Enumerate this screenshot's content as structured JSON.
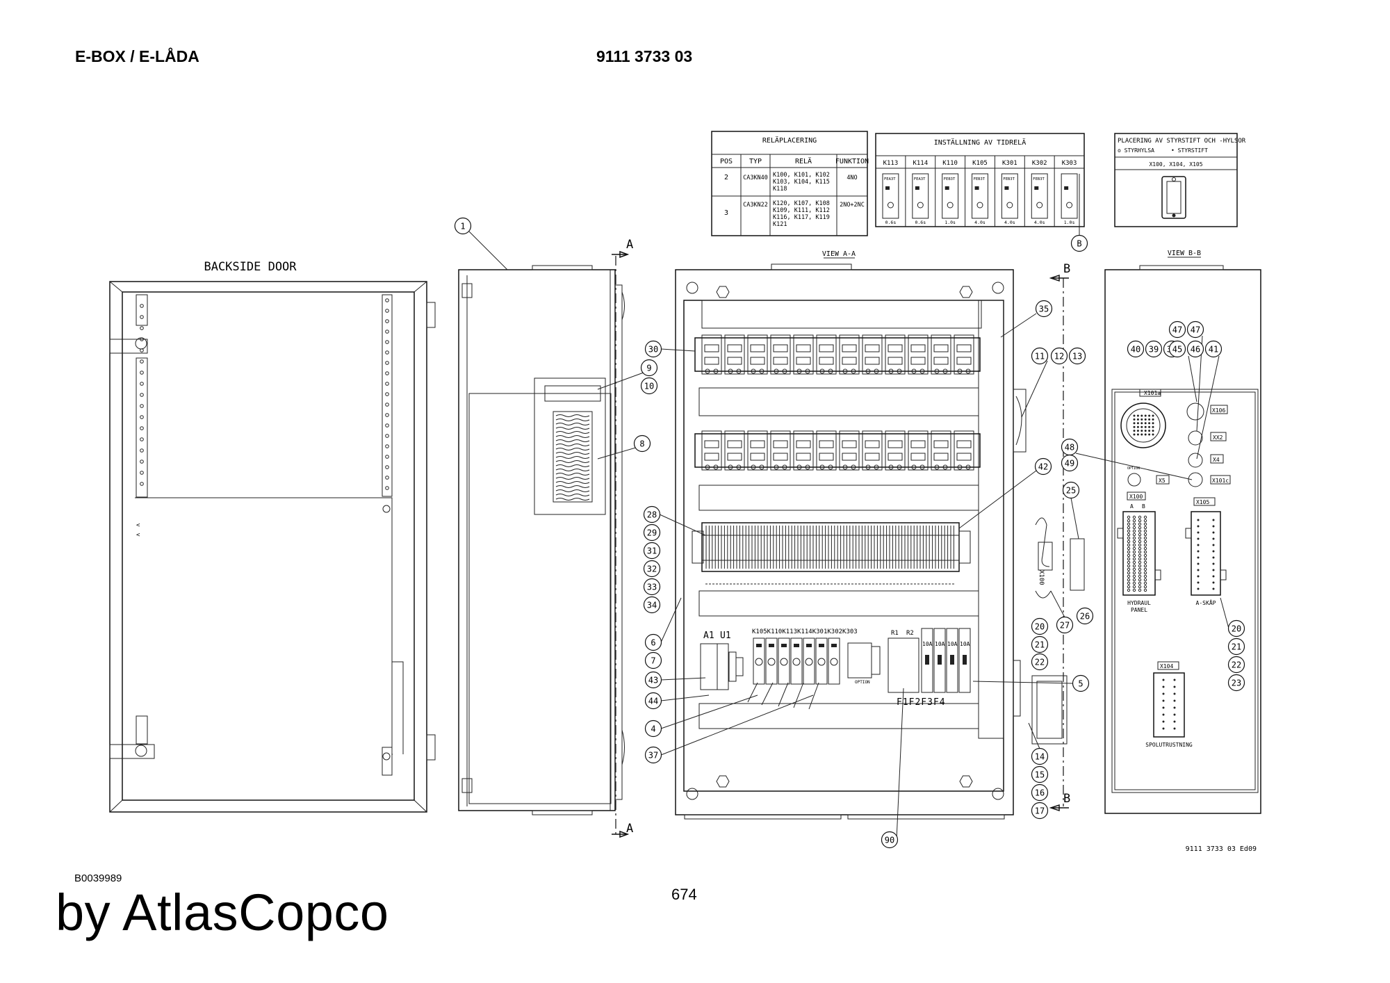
{
  "header": {
    "title": "E-BOX / E-LÅDA",
    "part_number": "9111 3733 03"
  },
  "footer": {
    "drawing_id": "B0039989",
    "page_number": "674",
    "brand": "by AtlasCopco",
    "drawing_edition": "9111 3733 03 Ed09"
  },
  "views": {
    "backside_door": "BACKSIDE DOOR",
    "view_aa": "VIEW A-A",
    "view_bb": "VIEW B-B",
    "section_a": "A",
    "section_b": "B",
    "option": "OPTION"
  },
  "relay_table": {
    "title": "RELÄPLACERING",
    "headers": [
      "POS",
      "TYP",
      "RELÄ",
      "FUNKTION"
    ],
    "rows": [
      {
        "pos": "2",
        "typ": "CA3KN40",
        "rela": [
          "K100, K101, K102",
          "K103, K104, K115",
          "K118"
        ],
        "funktion": "4NO"
      },
      {
        "pos": "3",
        "typ": "CA3KN22",
        "rela": [
          "K120, K107, K108",
          "K109, K111, K112",
          "K116, K117, K119",
          "K121"
        ],
        "funktion": "2NO+2NC"
      }
    ]
  },
  "timer_table": {
    "title": "INSTÄLLNING AV TIDRELÄ",
    "columns": [
      {
        "relay": "K113",
        "type": "FEA3T",
        "setting": "0.6s"
      },
      {
        "relay": "K114",
        "type": "FEA3T",
        "setting": "0.6s"
      },
      {
        "relay": "K110",
        "type": "FEB3T",
        "setting": "1.0s"
      },
      {
        "relay": "K105",
        "type": "FEB3T",
        "setting": "4.0s"
      },
      {
        "relay": "K301",
        "type": "FEB3T",
        "setting": "4.0s"
      },
      {
        "relay": "K302",
        "type": "FEB3T",
        "setting": "4.0s"
      },
      {
        "relay": "K303",
        "type": "",
        "setting": "1.0s"
      }
    ]
  },
  "pin_table": {
    "title": "PLACERING AV STYRSTIFT OCH -HYLSOR",
    "legend_left": "o STYRHYLSA",
    "legend_right": "• STYRSTIFT",
    "applies_to": "X100, X104, X105"
  },
  "component_labels": {
    "a1": "A1",
    "u1": "U1",
    "r1": "R1",
    "r2": "R2",
    "timers": "K105K110K113K114K301K302K303",
    "fuse_rating": "10A",
    "fuses": "F1F2F3F4",
    "x100_vertical": "X100"
  },
  "view_bb_labels": {
    "x101a": "X101a",
    "x106": "X106",
    "xx2": "XX2",
    "x4": "X4",
    "x5": "X5",
    "x101c": "X101c",
    "x100": "X100",
    "x105": "X105",
    "x104": "X104",
    "a": "A",
    "b": "B",
    "hydraul_panel": [
      "HYDRAUL",
      "PANEL"
    ],
    "a_skap": "A-SKÅP",
    "spolutrustning": "SPOLUTRUSTNING"
  },
  "balloons": [
    "1",
    "35",
    "30",
    "9",
    "10",
    "8",
    "11",
    "12",
    "13",
    "42",
    "28",
    "29",
    "31",
    "32",
    "33",
    "34",
    "6",
    "7",
    "43",
    "44",
    "4",
    "37",
    "25",
    "27",
    "26",
    "20",
    "21",
    "22",
    "5",
    "14",
    "15",
    "16",
    "17",
    "90",
    "40",
    "39",
    "38",
    "47",
    "47",
    "45",
    "46",
    "41",
    "48",
    "49",
    "20",
    "21",
    "22",
    "23",
    "B"
  ]
}
